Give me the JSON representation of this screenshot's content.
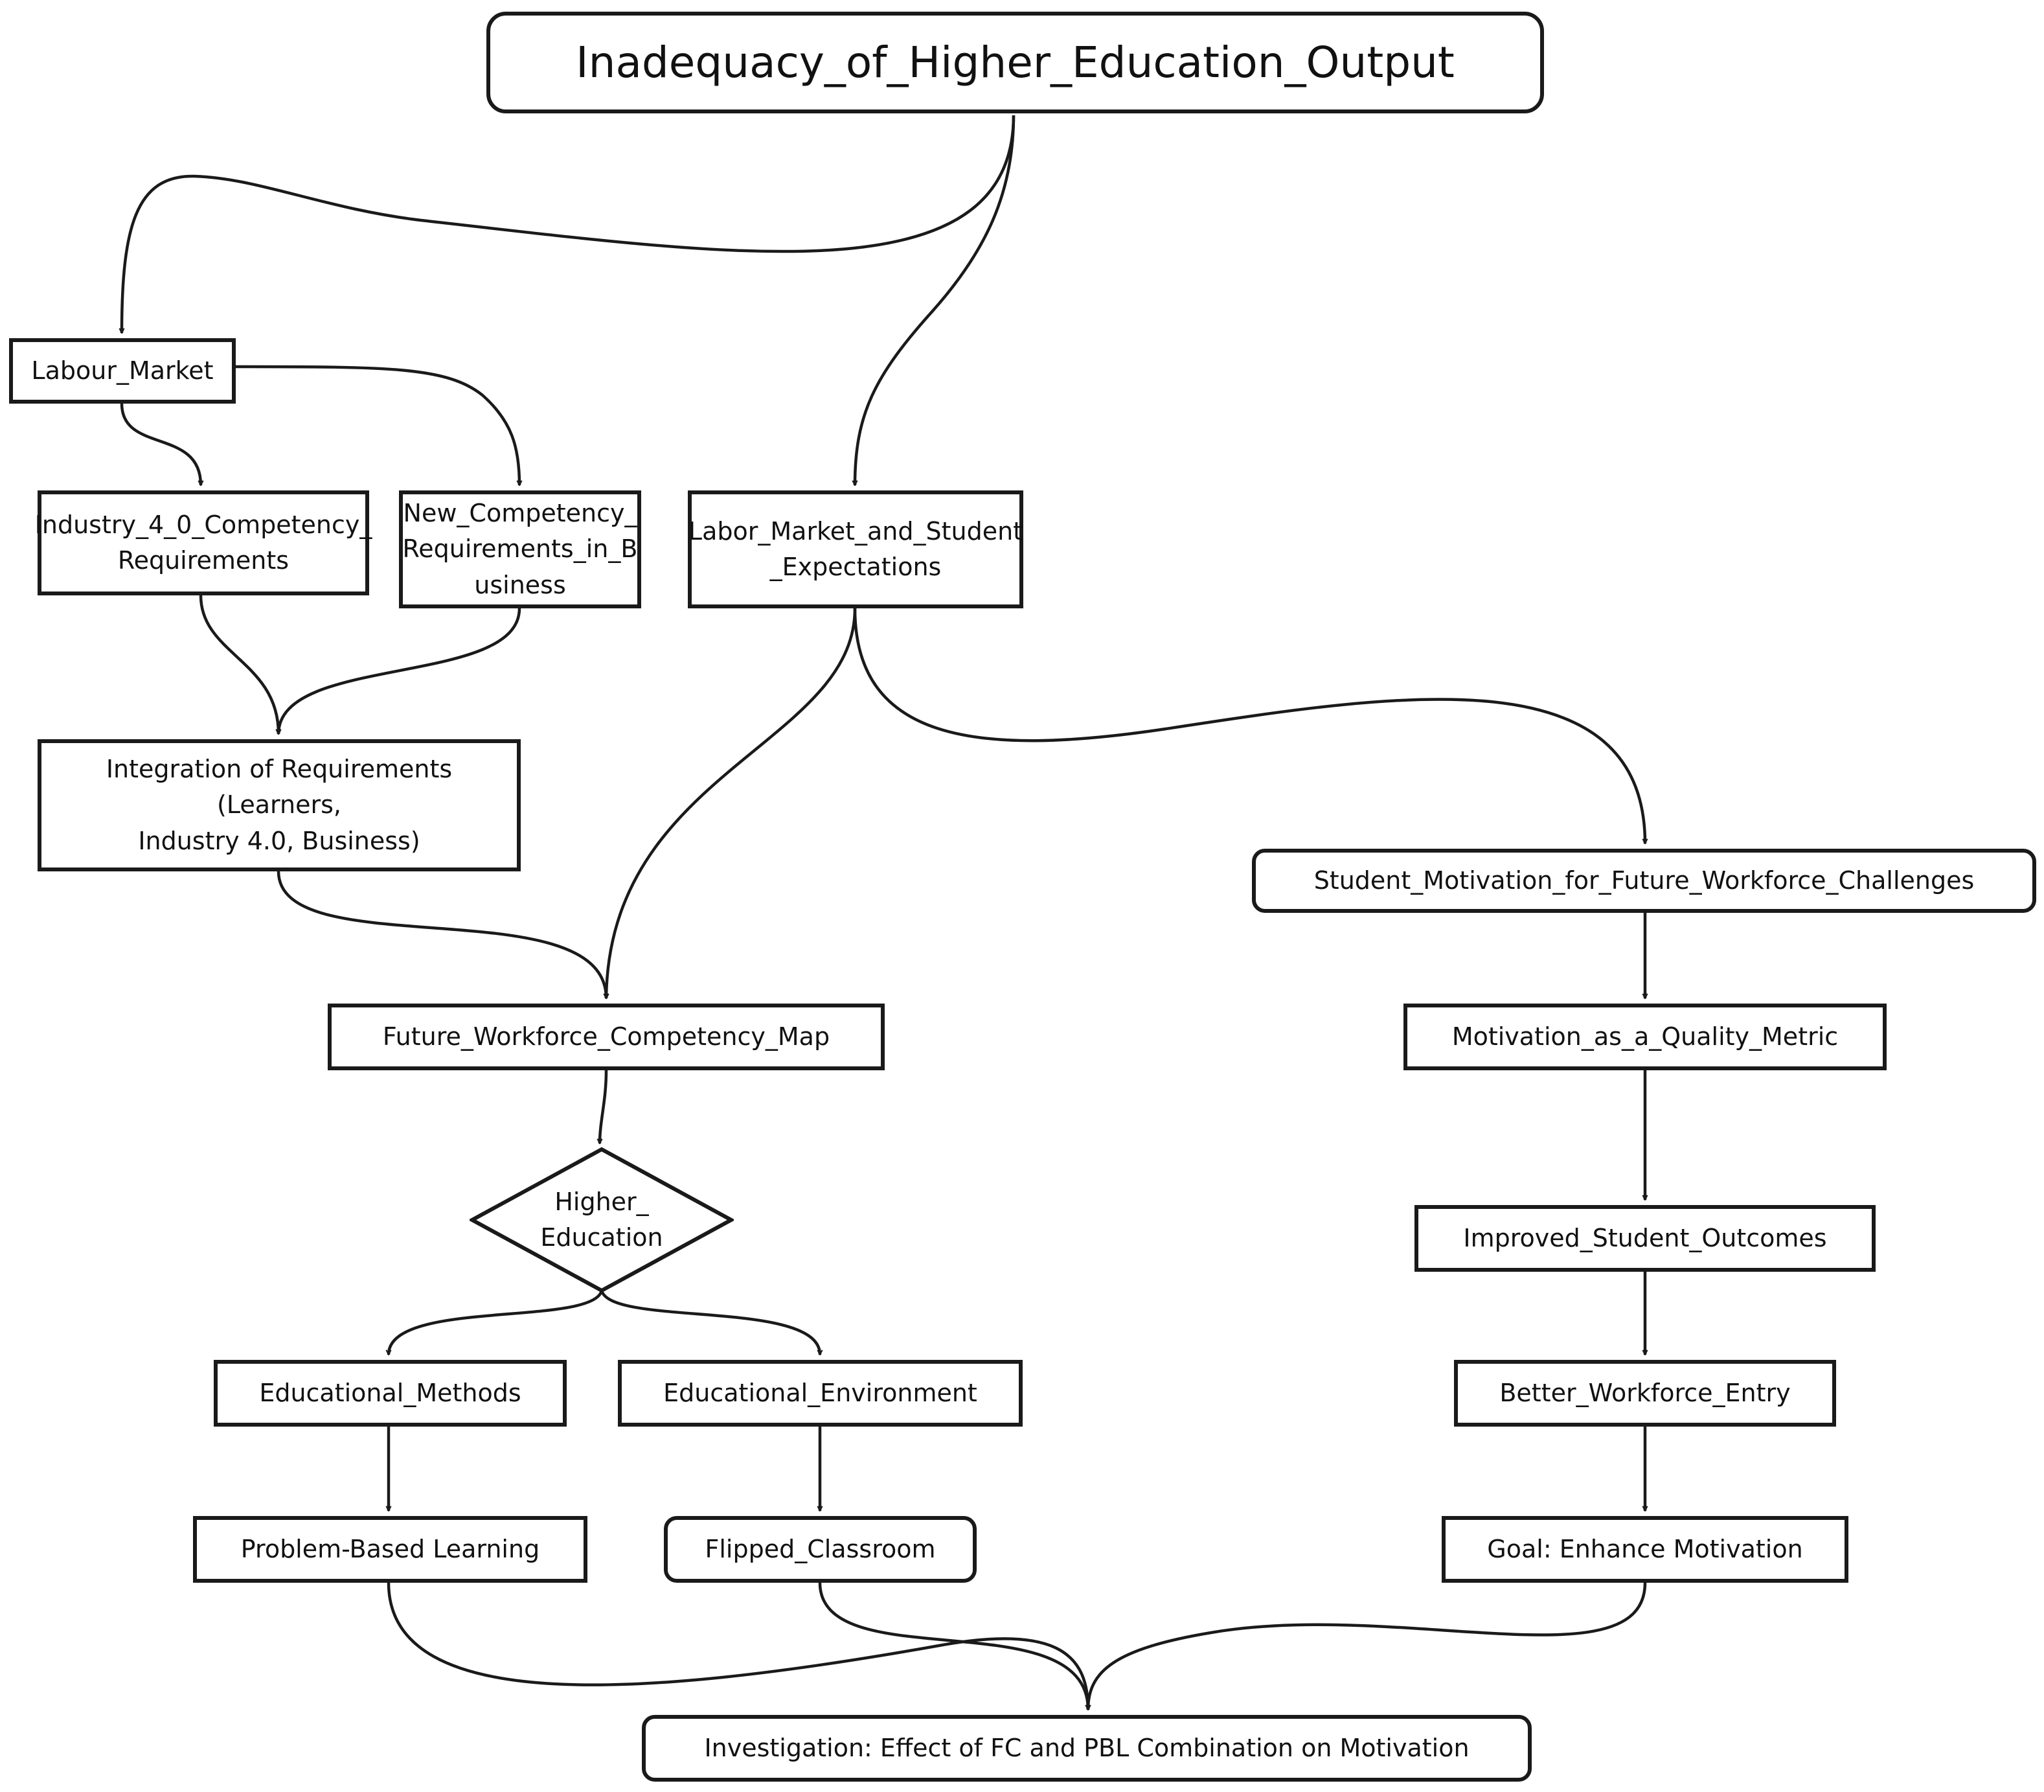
{
  "nodes": {
    "root": "Inadequacy_of_Higher_Education_Output",
    "labour_market": "Labour_Market",
    "industry_req": "Industry_4_0_Competency_\nRequirements",
    "new_comp_req": "New_Competency_\nRequirements_in_B\nusiness",
    "labor_student": "Labor_Market_and_Student\n_Expectations",
    "integration": "Integration of Requirements (Learners,\nIndustry 4.0, Business)",
    "student_motivation": "Student_Motivation_for_Future_Workforce_Challenges",
    "competency_map": "Future_Workforce_Competency_Map",
    "motivation_metric": "Motivation_as_a_Quality_Metric",
    "higher_education": "Higher_\nEducation",
    "improved_outcomes": "Improved_Student_Outcomes",
    "educational_methods": "Educational_Methods",
    "educational_environment": "Educational_Environment",
    "better_entry": "Better_Workforce_Entry",
    "pbl": "Problem-Based Learning",
    "flipped": "Flipped_Classroom",
    "goal": "Goal: Enhance Motivation",
    "investigation": "Investigation: Effect of FC and PBL Combination on Motivation"
  }
}
